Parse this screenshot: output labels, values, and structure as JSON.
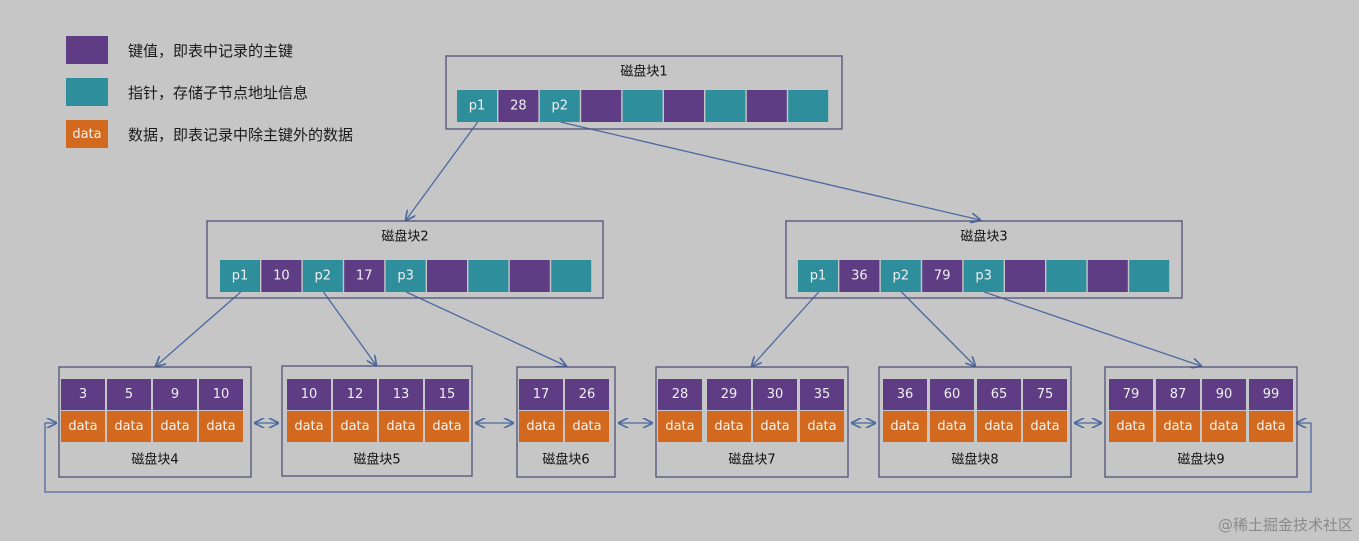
{
  "colors": {
    "key": "#5e3d84",
    "pointer": "#2e8e9c",
    "data": "#d2691e",
    "edge": "#4b6aa0",
    "box": "#50507a"
  },
  "legend": [
    {
      "kind": "key",
      "swatch": "",
      "text": "键值，即表中记录的主键"
    },
    {
      "kind": "pointer",
      "swatch": "",
      "text": "指针，存储子节点地址信息"
    },
    {
      "kind": "data",
      "swatch": "data",
      "text": "数据，即表记录中除主键外的数据"
    }
  ],
  "inner_blocks": [
    {
      "title": "磁盘块1",
      "cells": [
        {
          "t": "p",
          "v": "p1"
        },
        {
          "t": "k",
          "v": "28"
        },
        {
          "t": "p",
          "v": "p2"
        },
        {
          "t": "k",
          "v": ""
        },
        {
          "t": "p",
          "v": ""
        },
        {
          "t": "k",
          "v": ""
        },
        {
          "t": "p",
          "v": ""
        },
        {
          "t": "k",
          "v": ""
        },
        {
          "t": "p",
          "v": ""
        }
      ]
    },
    {
      "title": "磁盘块2",
      "cells": [
        {
          "t": "p",
          "v": "p1"
        },
        {
          "t": "k",
          "v": "10"
        },
        {
          "t": "p",
          "v": "p2"
        },
        {
          "t": "k",
          "v": "17"
        },
        {
          "t": "p",
          "v": "p3"
        },
        {
          "t": "k",
          "v": ""
        },
        {
          "t": "p",
          "v": ""
        },
        {
          "t": "k",
          "v": ""
        },
        {
          "t": "p",
          "v": ""
        }
      ]
    },
    {
      "title": "磁盘块3",
      "cells": [
        {
          "t": "p",
          "v": "p1"
        },
        {
          "t": "k",
          "v": "36"
        },
        {
          "t": "p",
          "v": "p2"
        },
        {
          "t": "k",
          "v": "79"
        },
        {
          "t": "p",
          "v": "p3"
        },
        {
          "t": "k",
          "v": ""
        },
        {
          "t": "p",
          "v": ""
        },
        {
          "t": "k",
          "v": ""
        },
        {
          "t": "p",
          "v": ""
        }
      ]
    }
  ],
  "leaf_blocks": [
    {
      "title": "磁盘块4",
      "keys": [
        "3",
        "5",
        "9",
        "10"
      ]
    },
    {
      "title": "磁盘块5",
      "keys": [
        "10",
        "12",
        "13",
        "15"
      ]
    },
    {
      "title": "磁盘块6",
      "keys": [
        "17",
        "26"
      ]
    },
    {
      "title": "磁盘块7",
      "keys": [
        "28",
        "29",
        "30",
        "35"
      ]
    },
    {
      "title": "磁盘块8",
      "keys": [
        "36",
        "60",
        "65",
        "75"
      ]
    },
    {
      "title": "磁盘块9",
      "keys": [
        "79",
        "87",
        "90",
        "99"
      ]
    }
  ],
  "data_label": "data",
  "watermark": "@稀土掘金技术社区"
}
